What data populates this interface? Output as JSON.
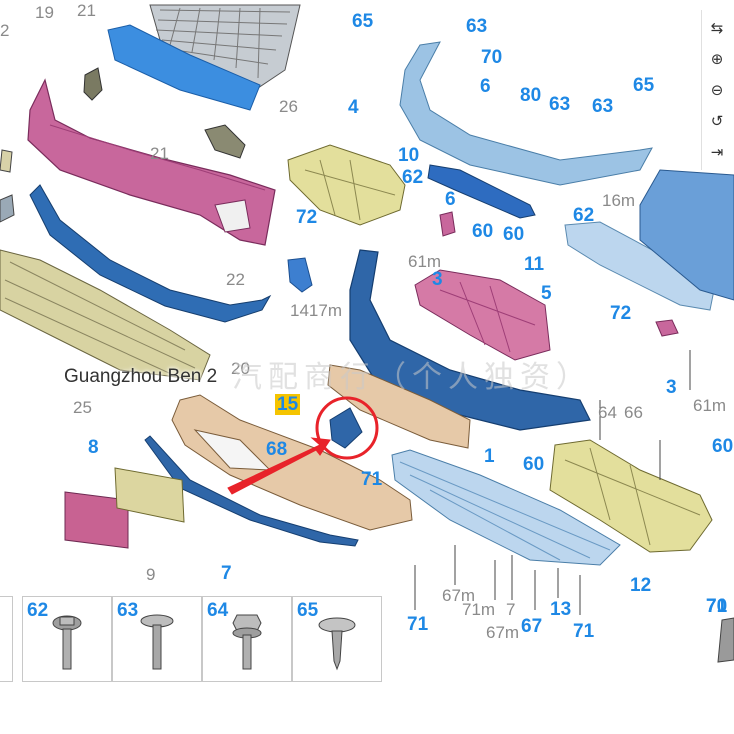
{
  "watermark": {
    "text": "Guangzhou Ben 2",
    "chinese": "汽配商行（个人独资）"
  },
  "callout": {
    "highlighted_part": "15",
    "arrow_color": "#e8232a",
    "circle_color": "#e8232a"
  },
  "colors": {
    "label_blue": "#1e88e5",
    "label_gray": "#8a8a8a",
    "highlight": "#f5c400",
    "part_pink": "#c8679c",
    "part_blue": "#2f6db4",
    "part_light_blue": "#9cc3e4",
    "part_tan": "#e6c9a8",
    "part_yellow": "#e3df9c",
    "part_gray": "#9aa9b6"
  },
  "toolbar": {
    "tools": [
      {
        "name": "swap-icon",
        "glyph": "⇆"
      },
      {
        "name": "zoom-in-icon",
        "glyph": "⊕"
      },
      {
        "name": "zoom-out-icon",
        "glyph": "⊖"
      },
      {
        "name": "reset-icon",
        "glyph": "↺"
      },
      {
        "name": "fit-icon",
        "glyph": "⇥"
      }
    ]
  },
  "labels": [
    {
      "text": "19",
      "style": "gray"
    },
    {
      "text": "21",
      "style": "gray"
    },
    {
      "text": "2",
      "style": "gray"
    },
    {
      "text": "26",
      "style": "gray"
    },
    {
      "text": "65",
      "style": "blue"
    },
    {
      "text": "63",
      "style": "blue"
    },
    {
      "text": "70",
      "style": "blue"
    },
    {
      "text": "6",
      "style": "blue"
    },
    {
      "text": "80",
      "style": "blue"
    },
    {
      "text": "63",
      "style": "blue"
    },
    {
      "text": "63",
      "style": "blue"
    },
    {
      "text": "65",
      "style": "blue"
    },
    {
      "text": "4",
      "style": "blue"
    },
    {
      "text": "10",
      "style": "blue"
    },
    {
      "text": "62",
      "style": "blue"
    },
    {
      "text": "6",
      "style": "blue"
    },
    {
      "text": "21",
      "style": "gray"
    },
    {
      "text": "62",
      "style": "blue"
    },
    {
      "text": "16m",
      "style": "gray"
    },
    {
      "text": "72",
      "style": "blue"
    },
    {
      "text": "60",
      "style": "blue"
    },
    {
      "text": "60",
      "style": "blue"
    },
    {
      "text": "61m",
      "style": "gray"
    },
    {
      "text": "3",
      "style": "blue"
    },
    {
      "text": "11",
      "style": "blue"
    },
    {
      "text": "22",
      "style": "gray"
    },
    {
      "text": "5",
      "style": "blue"
    },
    {
      "text": "1417m",
      "style": "gray"
    },
    {
      "text": "72",
      "style": "blue"
    },
    {
      "text": "20",
      "style": "gray"
    },
    {
      "text": "25",
      "style": "gray"
    },
    {
      "text": "3",
      "style": "blue"
    },
    {
      "text": "61m",
      "style": "gray"
    },
    {
      "text": "15",
      "style": "hl"
    },
    {
      "text": "64",
      "style": "gray"
    },
    {
      "text": "66",
      "style": "gray"
    },
    {
      "text": "8",
      "style": "blue"
    },
    {
      "text": "68",
      "style": "blue"
    },
    {
      "text": "1",
      "style": "blue"
    },
    {
      "text": "60",
      "style": "blue"
    },
    {
      "text": "60",
      "style": "blue"
    },
    {
      "text": "71",
      "style": "blue"
    },
    {
      "text": "9",
      "style": "gray"
    },
    {
      "text": "7",
      "style": "blue"
    },
    {
      "text": "12",
      "style": "blue"
    },
    {
      "text": "67m",
      "style": "gray"
    },
    {
      "text": "71m",
      "style": "gray"
    },
    {
      "text": "7",
      "style": "gray"
    },
    {
      "text": "13",
      "style": "blue"
    },
    {
      "text": "71",
      "style": "blue"
    },
    {
      "text": "67m",
      "style": "gray"
    },
    {
      "text": "67",
      "style": "blue"
    },
    {
      "text": "71",
      "style": "blue"
    },
    {
      "text": "71",
      "style": "blue"
    },
    {
      "text": "70",
      "style": "blue"
    }
  ],
  "fasteners": [
    {
      "label": "62"
    },
    {
      "label": "63"
    },
    {
      "label": "64"
    },
    {
      "label": "65"
    }
  ]
}
